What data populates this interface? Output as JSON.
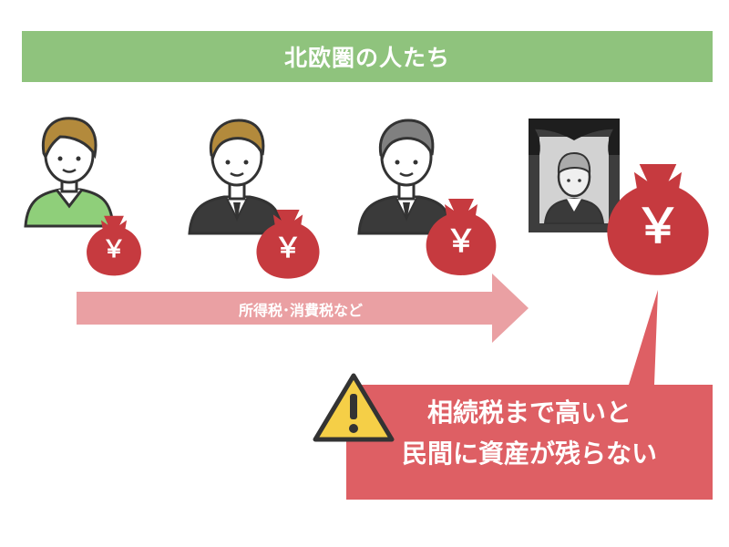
{
  "title": "北欧圏の人たち",
  "flow_label": "所得税･消費税など",
  "callout": {
    "line1": "相続税まで高いと",
    "line2": "民間に資産が残らない"
  },
  "bag_symbol": "￥",
  "colors": {
    "banner": "#8fc37d",
    "bag": "#c63a3f",
    "arrow": "#eaa0a3",
    "callout": "#de5f64",
    "warning": "#f5cf47"
  },
  "icons": [
    "young-person-icon",
    "adult-man-icon",
    "middle-aged-man-icon",
    "memorial-portrait-icon",
    "money-bag-icon",
    "warning-icon"
  ]
}
